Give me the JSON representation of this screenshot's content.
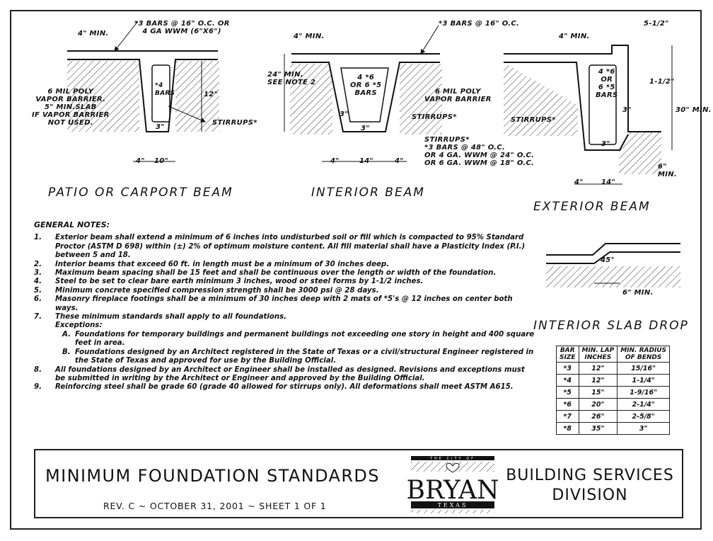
{
  "diagram": {
    "patio": {
      "title": "PATIO OR CARPORT BEAM",
      "rebar_note": "*3 BARS @ 16\" O.C. OR\n   4 GA WWM (6\"X6\")",
      "min4": "4\" MIN.",
      "poly": "6 MIL POLY\nVAPOR BARRIER.\n5\" MIN.SLAB\nIF VAPOR BARRIER\nNOT USED.",
      "bars": "*4\nBARS",
      "stirrups": "STIRRUPS*",
      "depth": "12\"",
      "cover": "3\"",
      "dim_left": "4\"",
      "dim_width": "10\""
    },
    "interior": {
      "title": "INTERIOR BEAM",
      "rebar_note": "*3 BARS @ 16\" O.C.",
      "min4": "4\" MIN.",
      "depth": "24\" MIN.\nSEE NOTE 2",
      "bars": "4 *6\nOR 6 *5\nBARS",
      "poly": "6 MIL POLY\nVAPOR BARRIER",
      "stirrups": "STIRRUPS*",
      "cover_side": "3\"",
      "cover": "3\"",
      "dim_left": "4\"",
      "dim_width": "14\"",
      "dim_right": "4\"",
      "stirrup_note": "STIRRUPS*\n*3 BARS @ 48\" O.C.\nOR 4 GA. WWM @ 24\" O.C.\nOR 6 GA. WWM @ 18\" O.C."
    },
    "exterior": {
      "title": "EXTERIOR BEAM",
      "min4": "4\" MIN.",
      "offset": "5-1/2\"",
      "drop": "1-1/2\"",
      "depth": "30\" MIN.",
      "bars": "4 *6\nOR\n6 *5\nBARS",
      "stirrups": "STIRRUPS*",
      "cover_side": "3\"",
      "cover": "3\"",
      "embed": "6\"\nMIN.",
      "dim_left": "4\"",
      "dim_width": "14\""
    },
    "slab_drop": {
      "title": "INTERIOR SLAB DROP",
      "angle": "45°",
      "min6": "6\" MIN."
    }
  },
  "notes": {
    "heading": "GENERAL NOTES:",
    "items": [
      {
        "num": "1.",
        "text": "Exterior beam shall extend a minimum of 6 inches into undisturbed soil or fill which is compacted to 95% Standard Proctor (ASTM D 698) within (±) 2% of optimum moisture content. All fill material shall have a Plasticity Index (P.I.) between 5 and 18."
      },
      {
        "num": "2.",
        "text": "Interior beams that exceed 60 ft. in length must be a minimum of 30 inches deep."
      },
      {
        "num": "3.",
        "text": "Maximum beam spacing shall be 15 feet and shall be continuous over the length or width of the foundation."
      },
      {
        "num": "4.",
        "text": "Steel to be set to clear bare earth minimum 3 inches, wood or steel forms by 1-1/2 inches."
      },
      {
        "num": "5.",
        "text": "Minimum concrete specified compression strength shall be 3000 psi @ 28 days."
      },
      {
        "num": "6.",
        "text": "Masonry fireplace footings shall be a minimum of 30 inches deep with 2 mats of *5's @ 12 inches on center both ways."
      },
      {
        "num": "7.",
        "text": "These minimum standards shall apply to all foundations."
      }
    ],
    "exceptions_label": "Exceptions:",
    "exceptions": [
      {
        "num": "A.",
        "text": "Foundations for temporary buildings and permanent buildings not exceeding one story in height and 400 square feet in area."
      },
      {
        "num": "B.",
        "text": "Foundations designed by an Architect registered in the State of Texas or a civil/structural Engineer registered in the State of  Texas and approved for use by the Building Official."
      }
    ],
    "items_after": [
      {
        "num": "8.",
        "text": "All foundations designed by an Architect or Engineer shall be installed as designed. Revisions and exceptions must be submitted in writing by the Architect or Engineer and approved by the Building Official."
      },
      {
        "num": "9.",
        "text": "Reinforcing steel shall be grade 60 (grade 40 allowed for stirrups only). All deformations shall meet ASTM  A615."
      }
    ]
  },
  "bar_table": {
    "headers": [
      "BAR\nSIZE",
      "MIN. LAP\nINCHES",
      "MIN. RADIUS\nOF BENDS"
    ],
    "rows": [
      [
        "*3",
        "12\"",
        "15/16\""
      ],
      [
        "*4",
        "12\"",
        "1-1/4\""
      ],
      [
        "*5",
        "15\"",
        "1-9/16\""
      ],
      [
        "*6",
        "20\"",
        "2-1/4\""
      ],
      [
        "*7",
        "26\"",
        "2-5/8\""
      ],
      [
        "*8",
        "35\"",
        "3\""
      ]
    ]
  },
  "title_block": {
    "main_title": "MINIMUM FOUNDATION STANDARDS",
    "revision": "REV. C ~ OCTOBER 31, 2001 ~ SHEET 1 OF 1",
    "division": "BUILDING SERVICES\nDIVISION",
    "logo_top": "THE CITY OF",
    "logo_name": "BRYAN",
    "logo_state": "TEXAS"
  }
}
